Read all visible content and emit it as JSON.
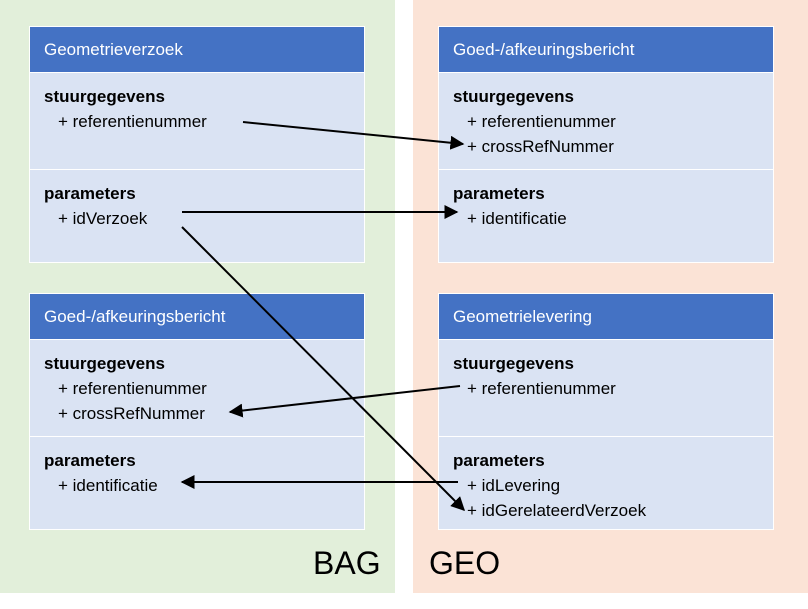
{
  "zones": {
    "bag": {
      "label": "BAG",
      "color": "#e2efda"
    },
    "geo": {
      "label": "GEO",
      "color": "#fbe3d6"
    }
  },
  "boxes": [
    {
      "id": "bag_geometrieverzoek",
      "title": "Geometrieverzoek",
      "stuurgegevens": {
        "label": "stuurgegevens",
        "attrs": [
          "+ referentienummer"
        ]
      },
      "parameters": {
        "label": "parameters",
        "attrs": [
          "+ idVerzoek"
        ]
      }
    },
    {
      "id": "geo_goedafkeuring",
      "title": "Goed-/afkeuringsbericht",
      "stuurgegevens": {
        "label": "stuurgegevens",
        "attrs": [
          "+ referentienummer",
          "+ crossRefNummer"
        ]
      },
      "parameters": {
        "label": "parameters",
        "attrs": [
          "+ identificatie"
        ]
      }
    },
    {
      "id": "bag_goedafkeuring",
      "title": "Goed-/afkeuringsbericht",
      "stuurgegevens": {
        "label": "stuurgegevens",
        "attrs": [
          "+ referentienummer",
          "+ crossRefNummer"
        ]
      },
      "parameters": {
        "label": "parameters",
        "attrs": [
          "+ identificatie"
        ]
      }
    },
    {
      "id": "geo_geometrielevering",
      "title": "Geometrielevering",
      "stuurgegevens": {
        "label": "stuurgegevens",
        "attrs": [
          "+ referentienummer"
        ]
      },
      "parameters": {
        "label": "parameters",
        "attrs": [
          "+ idLevering",
          "+ idGerelateerdVerzoek"
        ]
      }
    }
  ],
  "colors": {
    "header": "#4472c4",
    "box": "#dae3f3",
    "arrow": "#000000"
  }
}
